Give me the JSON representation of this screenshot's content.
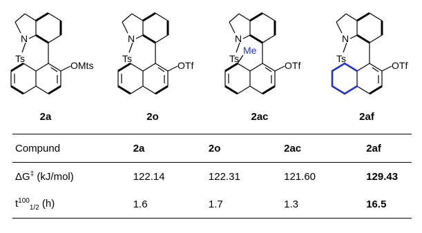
{
  "compounds": [
    {
      "id": "2a",
      "n_label": "N",
      "ts_label": "Ts",
      "subst_label": "OMts",
      "me_label": ""
    },
    {
      "id": "2o",
      "n_label": "N",
      "ts_label": "Ts",
      "subst_label": "OTf",
      "me_label": ""
    },
    {
      "id": "2ac",
      "n_label": "N",
      "ts_label": "Ts",
      "subst_label": "OTf",
      "me_label": "Me"
    },
    {
      "id": "2af",
      "n_label": "N",
      "ts_label": "Ts",
      "subst_label": "OTf",
      "me_label": ""
    }
  ],
  "table": {
    "header": {
      "label": "Compund",
      "values": [
        "2a",
        "2o",
        "2ac",
        "2af"
      ]
    },
    "row_dg": {
      "label": "ΔG",
      "label_sup": "‡",
      "label_unit": " (kJ/mol)",
      "values": [
        "122.14",
        "122.31",
        "121.60",
        "129.43"
      ]
    },
    "row_t": {
      "label": "t",
      "label_sup": "100",
      "label_sub": "1/2",
      "label_unit": " (h)",
      "values": [
        "1.6",
        "1.7",
        "1.3",
        "16.5"
      ]
    }
  },
  "colors": {
    "highlight": "#1f2fd6",
    "text": "#000000"
  }
}
